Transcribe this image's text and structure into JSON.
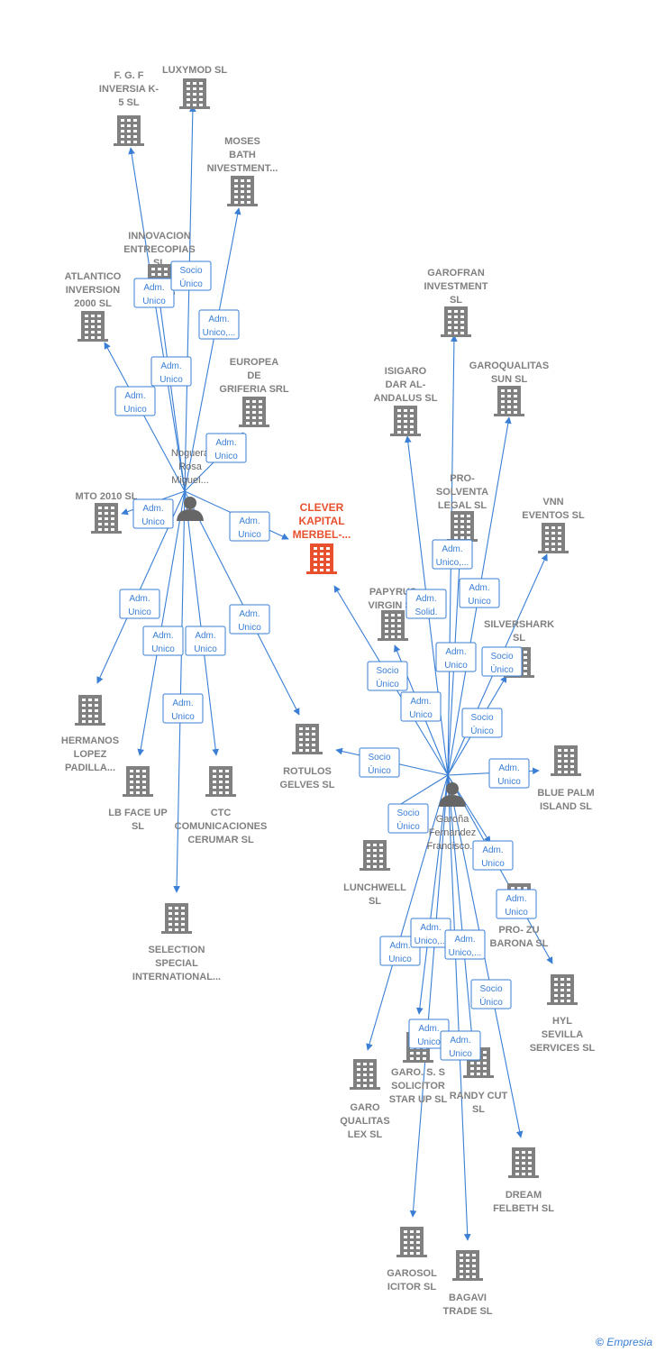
{
  "brand": {
    "copyright": "©",
    "name": "Empresia"
  },
  "colors": {
    "edge": "#3a7fd5",
    "company": "#808080",
    "focus": "#e8502e",
    "person": "#666666"
  },
  "people": [
    {
      "id": "noguera",
      "lines": [
        "Noguera",
        "Rosa",
        "Miguel..."
      ]
    },
    {
      "id": "garona",
      "lines": [
        "Garoña",
        "Fernandez",
        "Francisco..."
      ]
    }
  ],
  "companies": [
    {
      "id": "fgf",
      "lines": [
        "F.  G. F",
        "INVERSIA K-",
        "5 SL"
      ]
    },
    {
      "id": "luxymod",
      "lines": [
        "LUXYMOD  SL"
      ]
    },
    {
      "id": "moses",
      "lines": [
        "MOSES",
        "BATH",
        "NIVESTMENT..."
      ]
    },
    {
      "id": "innovacion",
      "lines": [
        "INNOVACION",
        "ENTRECOPIAS",
        "SL"
      ]
    },
    {
      "id": "atlantico",
      "lines": [
        "ATLANTICO",
        "INVERSION",
        "2000  SL"
      ]
    },
    {
      "id": "europea",
      "lines": [
        "EUROPEA",
        "DE",
        "GRIFERIA SRL"
      ]
    },
    {
      "id": "mto",
      "lines": [
        "MTO 2010  SL"
      ]
    },
    {
      "id": "clever",
      "lines": [
        "CLEVER",
        "KAPITAL",
        "MERBEL-..."
      ],
      "focus": true
    },
    {
      "id": "hermanos",
      "lines": [
        "HERMANOS",
        "LOPEZ",
        "PADILLA..."
      ]
    },
    {
      "id": "lbface",
      "lines": [
        "LB FACE UP",
        "SL"
      ]
    },
    {
      "id": "ctc",
      "lines": [
        "CTC",
        "COMUNICACIONES",
        "CERUMAR SL"
      ]
    },
    {
      "id": "rotulos",
      "lines": [
        "ROTULOS",
        "GELVES  SL"
      ]
    },
    {
      "id": "selection",
      "lines": [
        "SELECTION",
        "SPECIAL",
        "INTERNATIONAL..."
      ]
    },
    {
      "id": "garofran",
      "lines": [
        "GAROFRAN",
        "INVESTMENT",
        "SL"
      ]
    },
    {
      "id": "isigaro",
      "lines": [
        "ISIGARO",
        "DAR AL-",
        "ANDALUS  SL"
      ]
    },
    {
      "id": "garoqualitas",
      "lines": [
        "GAROQUALITAS",
        "SUN  SL"
      ]
    },
    {
      "id": "prosolventa",
      "lines": [
        "PRO-",
        "SOLVENTA",
        "LEGAL  SL"
      ]
    },
    {
      "id": "vnn",
      "lines": [
        "VNN",
        "EVENTOS  SL"
      ]
    },
    {
      "id": "papyrus",
      "lines": [
        "PAPYRUS",
        "VIRGIN  SL"
      ]
    },
    {
      "id": "silvershark",
      "lines": [
        "SILVERSHARK",
        "SL"
      ]
    },
    {
      "id": "bluepalm",
      "lines": [
        "BLUE PALM",
        "ISLAND  SL"
      ]
    },
    {
      "id": "lunchwell",
      "lines": [
        "LUNCHWELL",
        "SL"
      ]
    },
    {
      "id": "prozu",
      "lines": [
        "PRO- ZU",
        "BARONA SL"
      ]
    },
    {
      "id": "hyl",
      "lines": [
        "HYL",
        "SEVILLA",
        "SERVICES  SL"
      ]
    },
    {
      "id": "garoqualitaslex",
      "lines": [
        "GARO",
        "QUALITAS",
        "LEX  SL"
      ]
    },
    {
      "id": "garosolicitor",
      "lines": [
        "GARO.  S. S",
        "SOLICITOR",
        "STAR UP  SL"
      ]
    },
    {
      "id": "randycut",
      "lines": [
        "RANDY CUT",
        "SL"
      ]
    },
    {
      "id": "dream",
      "lines": [
        "DREAM",
        "FELBETH  SL"
      ]
    },
    {
      "id": "garosolicitor2",
      "lines": [
        "GAROSOL",
        "ICITOR  SL"
      ]
    },
    {
      "id": "bagavi",
      "lines": [
        "BAGAVI",
        "TRADE  SL"
      ]
    }
  ],
  "relations": [
    {
      "from": "noguera",
      "to": "innovacion",
      "lines": [
        "Adm.",
        "Unico"
      ]
    },
    {
      "from": "noguera",
      "to": "luxymod",
      "lines": [
        "Socio",
        "Único"
      ]
    },
    {
      "from": "noguera",
      "to": "moses",
      "lines": [
        "Adm.",
        "Unico,..."
      ]
    },
    {
      "from": "noguera",
      "to": "fgf",
      "lines": [
        "Adm.",
        "Unico"
      ]
    },
    {
      "from": "noguera",
      "to": "atlantico",
      "lines": [
        "Adm.",
        "Unico"
      ]
    },
    {
      "from": "noguera",
      "to": "europea",
      "lines": [
        "Adm.",
        "Unico"
      ]
    },
    {
      "from": "noguera",
      "to": "mto",
      "lines": [
        "Adm.",
        "Unico"
      ]
    },
    {
      "from": "noguera",
      "to": "clever",
      "lines": [
        "Adm.",
        "Unico"
      ]
    },
    {
      "from": "noguera",
      "to": "hermanos",
      "lines": [
        "Adm.",
        "Unico"
      ]
    },
    {
      "from": "noguera",
      "to": "lbface",
      "lines": [
        "Adm.",
        "Unico"
      ]
    },
    {
      "from": "noguera",
      "to": "ctc",
      "lines": [
        "Adm.",
        "Unico"
      ]
    },
    {
      "from": "noguera",
      "to": "rotulos",
      "lines": [
        "Adm.",
        "Unico"
      ]
    },
    {
      "from": "noguera",
      "to": "selection",
      "lines": [
        "Adm.",
        "Unico"
      ]
    },
    {
      "from": "garona",
      "to": "garofran",
      "lines": [
        "Adm.",
        "Unico,..."
      ]
    },
    {
      "from": "garona",
      "to": "garoqualitas",
      "lines": [
        "Adm.",
        "Unico"
      ]
    },
    {
      "from": "garona",
      "to": "prosolventa",
      "lines": [
        "Adm.",
        "Solid."
      ]
    },
    {
      "from": "garona",
      "to": "isigaro",
      "lines": [
        "Adm.",
        "Unico"
      ]
    },
    {
      "from": "garona",
      "to": "vnn",
      "lines": [
        "Socio",
        "Único"
      ]
    },
    {
      "from": "garona",
      "to": "clever",
      "lines": [
        "Socio",
        "Único"
      ]
    },
    {
      "from": "garona",
      "to": "papyrus",
      "lines": [
        "Adm.",
        "Unico"
      ]
    },
    {
      "from": "garona",
      "to": "silvershark",
      "lines": [
        "Socio",
        "Único"
      ]
    },
    {
      "from": "garona",
      "to": "rotulos",
      "lines": [
        "Socio",
        "Único"
      ]
    },
    {
      "from": "garona",
      "to": "bluepalm",
      "lines": [
        "Adm.",
        "Unico"
      ]
    },
    {
      "from": "garona",
      "to": "lunchwell",
      "lines": [
        "Socio",
        "Único"
      ]
    },
    {
      "from": "garona",
      "to": "prozu",
      "lines": [
        "Adm.",
        "Unico"
      ]
    },
    {
      "from": "garona",
      "to": "hyl",
      "lines": [
        "Adm.",
        "Unico"
      ]
    },
    {
      "from": "garona",
      "to": "garoqualitaslex",
      "lines": [
        "Adm.",
        "Unico"
      ]
    },
    {
      "from": "garona",
      "to": "garosolicitor",
      "lines": [
        "Adm.",
        "Unico,..."
      ]
    },
    {
      "from": "garona",
      "to": "randycut",
      "lines": [
        "Adm.",
        "Unico,..."
      ]
    },
    {
      "from": "garona",
      "to": "dream",
      "lines": [
        "Socio",
        "Único"
      ]
    },
    {
      "from": "garona",
      "to": "garosolicitor2",
      "lines": [
        "Adm.",
        "Unico"
      ]
    },
    {
      "from": "garona",
      "to": "bagavi",
      "lines": [
        "Adm.",
        "Unico"
      ]
    }
  ]
}
